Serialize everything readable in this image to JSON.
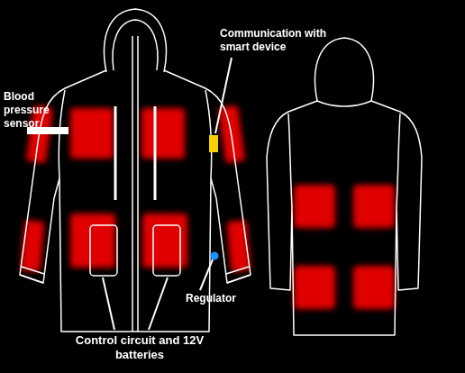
{
  "diagram": {
    "labels": [
      "Blood pressure sensor",
      "Communication with smart device",
      "Regulator",
      "Control circuit and 12V batteries"
    ]
  }
}
